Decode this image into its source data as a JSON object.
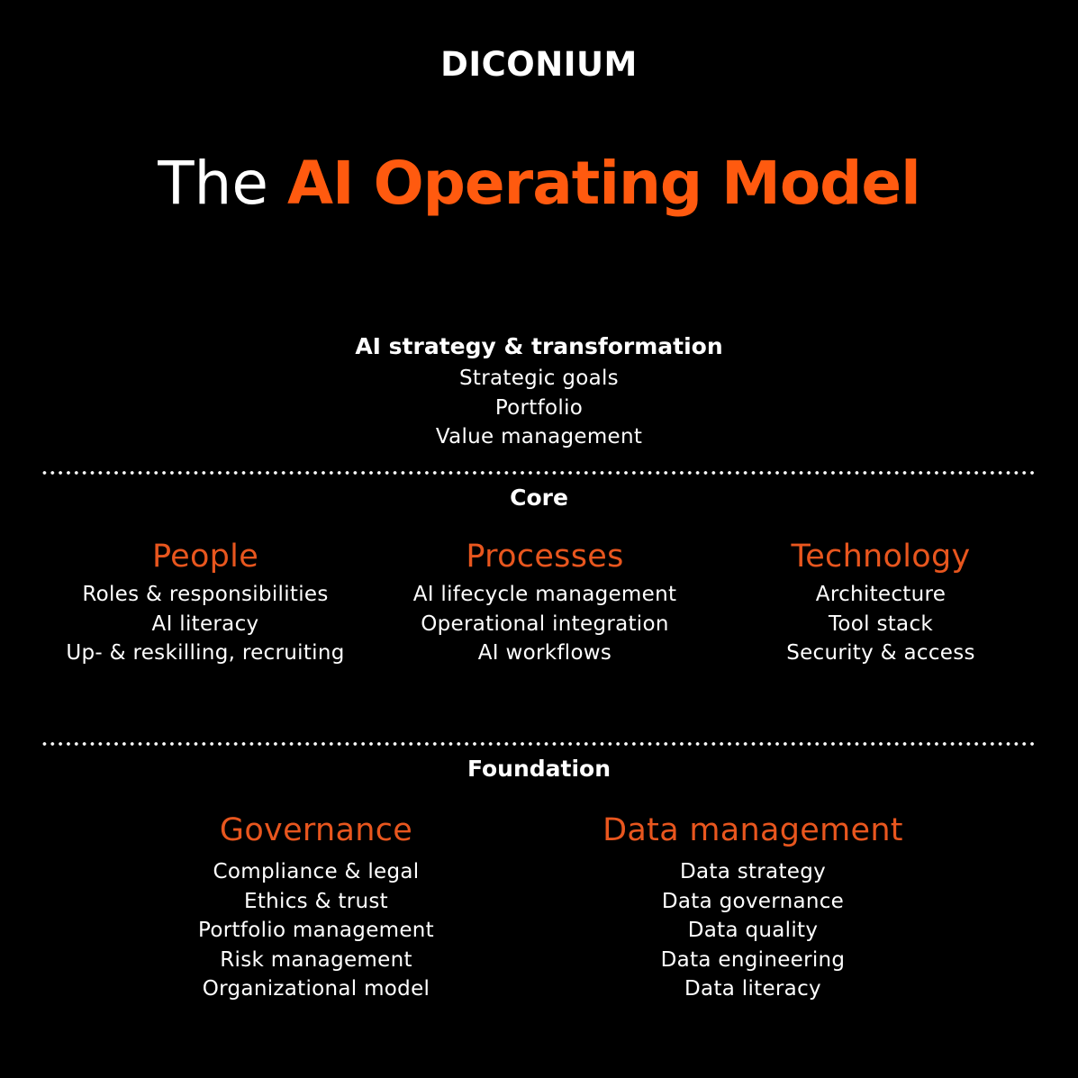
{
  "brand": {
    "name": "DICONIUM"
  },
  "title": {
    "plain": "The",
    "accent": "AI Operating Model",
    "accent_color": "#FF5A0F"
  },
  "colors": {
    "background": "#000000",
    "text": "#FFFFFF",
    "heading_accent": "#E8561E"
  },
  "strategy": {
    "heading": "AI strategy & transformation",
    "items": [
      "Strategic goals",
      "Portfolio",
      "Value management"
    ]
  },
  "core": {
    "label": "Core",
    "columns": [
      {
        "heading": "People",
        "items": [
          "Roles & responsibilities",
          "AI literacy",
          "Up- & reskilling, recruiting"
        ]
      },
      {
        "heading": "Processes",
        "items": [
          "AI lifecycle management",
          "Operational integration",
          "AI workflows"
        ]
      },
      {
        "heading": "Technology",
        "items": [
          "Architecture",
          "Tool stack",
          "Security & access"
        ]
      }
    ]
  },
  "foundation": {
    "label": "Foundation",
    "columns": [
      {
        "heading": "Governance",
        "items": [
          "Compliance & legal",
          "Ethics & trust",
          "Portfolio management",
          "Risk management",
          "Organizational model"
        ]
      },
      {
        "heading": "Data management",
        "items": [
          "Data strategy",
          "Data governance",
          "Data quality",
          "Data engineering",
          "Data literacy"
        ]
      }
    ]
  }
}
